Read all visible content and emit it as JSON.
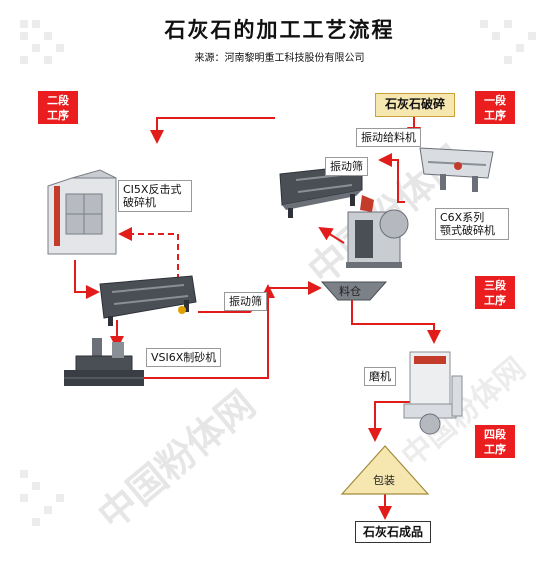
{
  "title": "石灰石的加工工艺流程",
  "source": "来源：河南黎明重工科技股份有限公司",
  "colors": {
    "arrow": "#e21b1b",
    "badge": "#ea1e1e",
    "machine": "#5a5f66",
    "watermark": "#e6e6e6"
  },
  "watermark": {
    "text": "中国粉体网"
  },
  "stages": {
    "s1": [
      "一段",
      "工序"
    ],
    "s2": [
      "二段",
      "工序"
    ],
    "s3": [
      "三段",
      "工序"
    ],
    "s4": [
      "四段",
      "工序"
    ]
  },
  "nodes": {
    "start": "石灰石破碎",
    "feeder": "振动给料机",
    "screen1": "振动筛",
    "jaw": [
      "C6X系列",
      "颚式破碎机"
    ],
    "impact": [
      "CI5X反击式",
      "破碎机"
    ],
    "screen2": "振动筛",
    "vsi": "VSI6X制砂机",
    "bin": "料仓",
    "mill": "磨机",
    "pack": "包装",
    "product": "石灰石成品"
  }
}
